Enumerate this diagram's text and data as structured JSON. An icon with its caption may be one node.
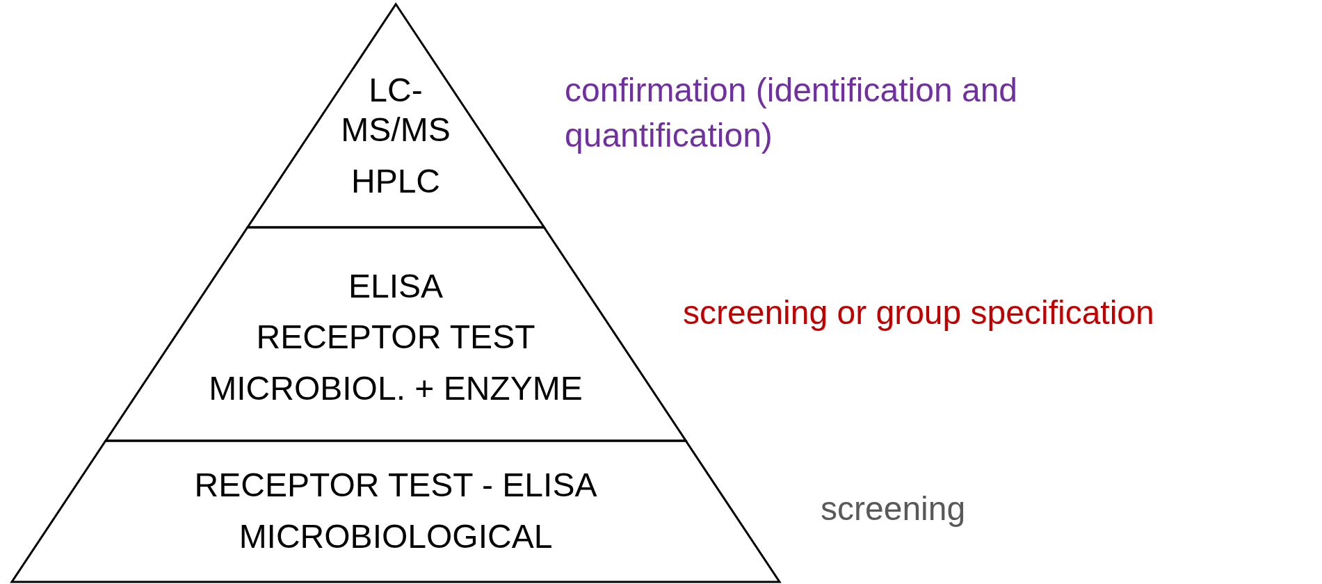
{
  "diagram": {
    "nodes": [
      {
        "text": [
          "LC-MS/MS",
          "HPLC"
        ],
        "beside": [
          "confirmation (identification and quantification)"
        ]
      },
      {
        "text": [
          "ELISA",
          "RECEPTOR TEST",
          "MICROBIOL. + ENZYME"
        ],
        "beside": [
          "screening or group specification"
        ]
      },
      {
        "text": [
          "RECEPTOR TEST - ELISA",
          "MICROBIOLOGICAL"
        ],
        "beside": [
          "screening"
        ]
      }
    ],
    "edges": []
  }
}
